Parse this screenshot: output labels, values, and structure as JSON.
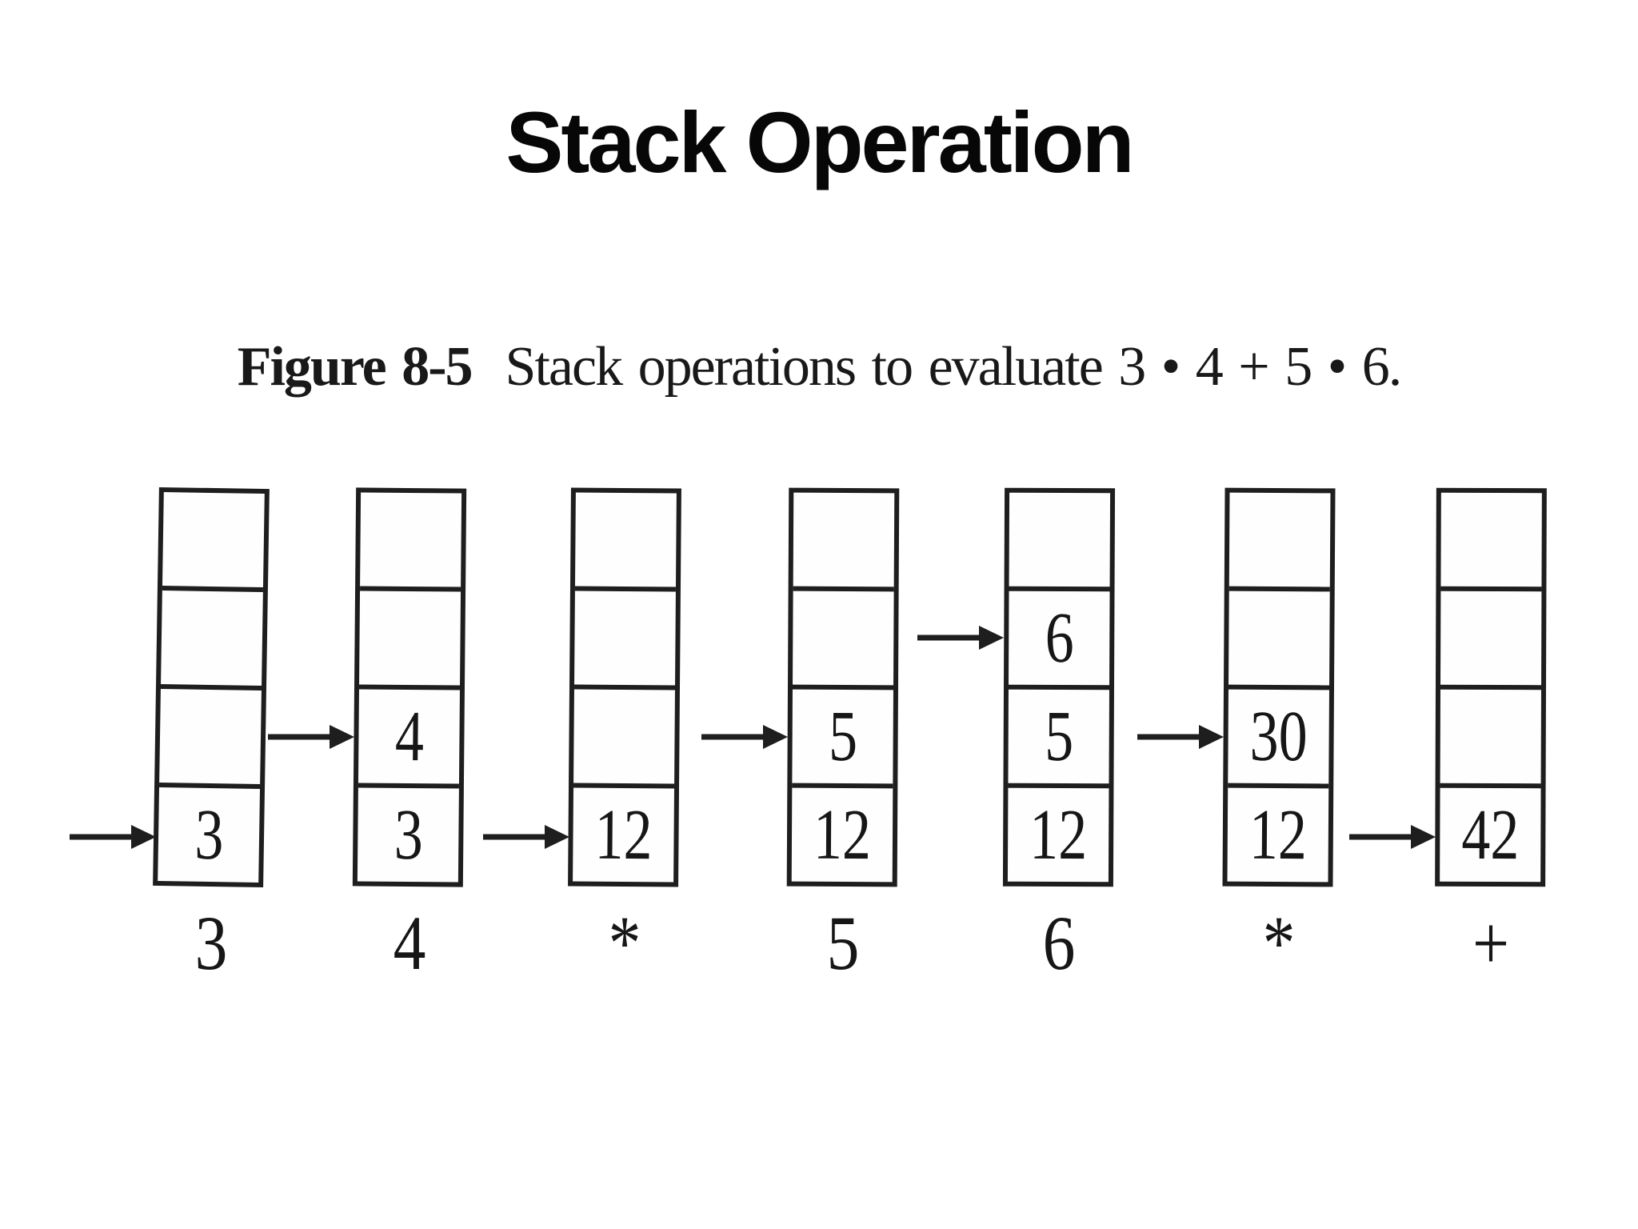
{
  "title": "Stack Operation",
  "caption": {
    "figure_label": "Figure 8-5",
    "text": "Stack operations to evaluate 3 • 4 + 5 • 6."
  },
  "expression": "3 • 4 + 5 • 6",
  "stacks": [
    {
      "cells": [
        "",
        "",
        "",
        "3"
      ],
      "pointer_cell": 3,
      "label": "3"
    },
    {
      "cells": [
        "",
        "",
        "4",
        "3"
      ],
      "pointer_cell": 2,
      "label": "4"
    },
    {
      "cells": [
        "",
        "",
        "",
        "12"
      ],
      "pointer_cell": 3,
      "label": "*"
    },
    {
      "cells": [
        "",
        "",
        "5",
        "12"
      ],
      "pointer_cell": 2,
      "label": "5"
    },
    {
      "cells": [
        "",
        "6",
        "5",
        "12"
      ],
      "pointer_cell": 1,
      "label": "6"
    },
    {
      "cells": [
        "",
        "",
        "30",
        "12"
      ],
      "pointer_cell": 2,
      "label": "*"
    },
    {
      "cells": [
        "",
        "",
        "",
        "42"
      ],
      "pointer_cell": 3,
      "label": "+"
    }
  ],
  "colors": {
    "ink": "#1e1e1e",
    "background": "#ffffff"
  }
}
